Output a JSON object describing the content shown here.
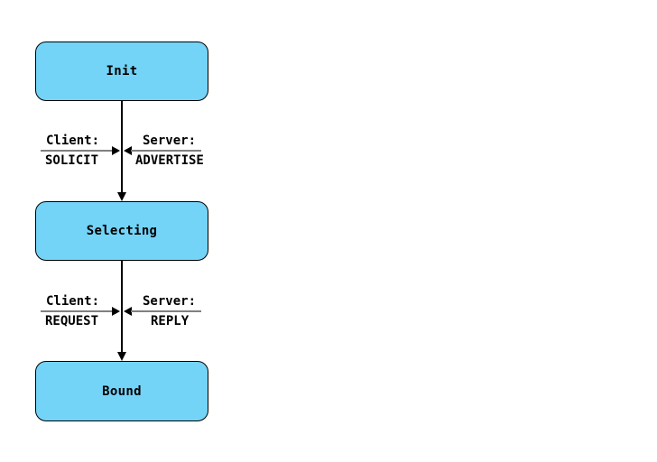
{
  "diagram": {
    "type": "state-transition-diagram",
    "states": [
      {
        "id": "init",
        "label": "Init"
      },
      {
        "id": "selecting",
        "label": "Selecting"
      },
      {
        "id": "bound",
        "label": "Bound"
      }
    ],
    "transitions": [
      {
        "from": "Init",
        "to": "Selecting",
        "client_label": "Client:",
        "client_message": "SOLICIT",
        "server_label": "Server:",
        "server_message": "ADVERTISE"
      },
      {
        "from": "Selecting",
        "to": "Bound",
        "client_label": "Client:",
        "client_message": "REQUEST",
        "server_label": "Server:",
        "server_message": "REPLY"
      }
    ],
    "colors": {
      "background": "#ffffff",
      "state_fill": "#74d4f7",
      "state_border": "#000000",
      "connector": "#000000",
      "label_line": "#808080",
      "text": "#000000"
    }
  }
}
